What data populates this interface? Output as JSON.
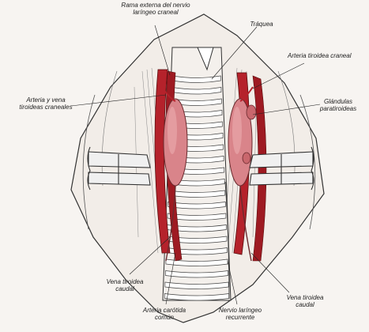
{
  "figure": {
    "title": "",
    "labels": {
      "rama_nervio": "Rama externa del nervio laríngeo craneal",
      "traquea": "Tráquea",
      "arteria_tiroidea": "Arteria tiroidea craneal",
      "arteria_vena": "Arteria y vena tiroideas craneales",
      "glandulas": "Glándulas paratiroideas",
      "vena_caudal_left": "Vena tiroidea caudal",
      "arteria_carotida": "Arteria carótida común",
      "nervio_recurrente": "Nervio laríngeo recurrente",
      "vena_caudal_right": "Vena tiroidea caudal"
    },
    "colors": {
      "paper": "#f7f4f1",
      "artery": "#b5222b",
      "thyroid": "#d9848a",
      "ink": "#222222"
    },
    "structures": [
      "trachea",
      "thyroid-lobe-left",
      "thyroid-lobe-right",
      "carotid-artery-left",
      "carotid-artery-right",
      "retractor-left",
      "retractor-right",
      "parathyroid-glands"
    ]
  }
}
